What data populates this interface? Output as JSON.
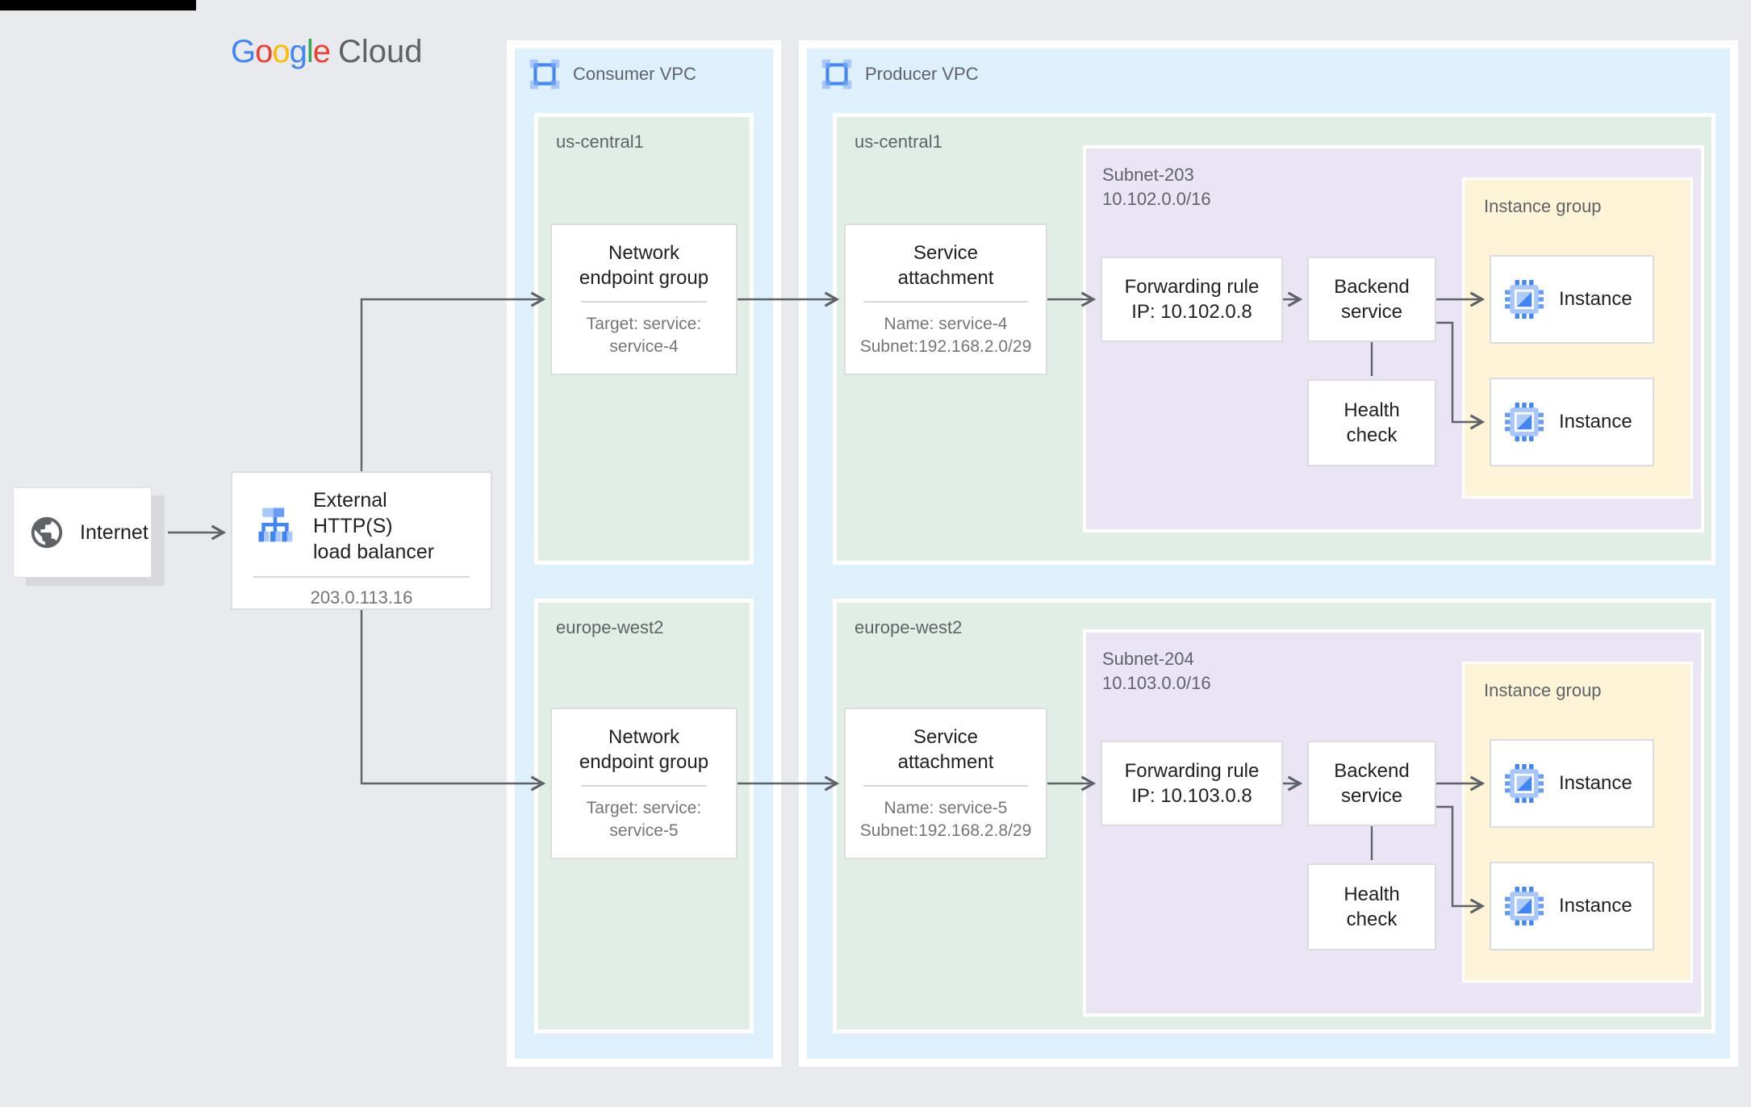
{
  "logo": {
    "letters": [
      "G",
      "o",
      "o",
      "g",
      "l",
      "e"
    ],
    "suffix": "Cloud"
  },
  "internet": {
    "label": "Internet"
  },
  "load_balancer": {
    "line1": "External HTTP(S)",
    "line2": "load balancer",
    "ip": "203.0.113.16"
  },
  "consumer_vpc": {
    "label": "Consumer VPC",
    "regions": [
      {
        "name": "us-central1",
        "neg": {
          "line1": "Network",
          "line2": "endpoint group",
          "sub1": "Target: service:",
          "sub2": "service-4"
        }
      },
      {
        "name": "europe-west2",
        "neg": {
          "line1": "Network",
          "line2": "endpoint group",
          "sub1": "Target: service:",
          "sub2": "service-5"
        }
      }
    ]
  },
  "producer_vpc": {
    "label": "Producer VPC",
    "regions": [
      {
        "name": "us-central1",
        "service_attachment": {
          "line1": "Service",
          "line2": "attachment",
          "sub1": "Name: service-4",
          "sub2": "Subnet:192.168.2.0/29"
        },
        "subnet": {
          "name": "Subnet-203",
          "cidr": "10.102.0.0/16",
          "forwarding_rule": {
            "line1": "Forwarding rule",
            "line2": "IP: 10.102.0.8"
          },
          "backend_service": {
            "line1": "Backend",
            "line2": "service"
          },
          "health_check": {
            "line1": "Health",
            "line2": "check"
          }
        },
        "instance_group": {
          "label": "Instance group",
          "instances": [
            {
              "label": "Instance"
            },
            {
              "label": "Instance"
            }
          ]
        }
      },
      {
        "name": "europe-west2",
        "service_attachment": {
          "line1": "Service",
          "line2": "attachment",
          "sub1": "Name: service-5",
          "sub2": "Subnet:192.168.2.8/29"
        },
        "subnet": {
          "name": "Subnet-204",
          "cidr": "10.103.0.0/16",
          "forwarding_rule": {
            "line1": "Forwarding rule",
            "line2": "IP: 10.103.0.8"
          },
          "backend_service": {
            "line1": "Backend",
            "line2": "service"
          },
          "health_check": {
            "line1": "Health",
            "line2": "check"
          }
        },
        "instance_group": {
          "label": "Instance group",
          "instances": [
            {
              "label": "Instance"
            },
            {
              "label": "Instance"
            }
          ]
        }
      }
    ]
  },
  "colors": {
    "google_blue": "#4285F4",
    "google_red": "#EA4335",
    "google_yellow": "#FBBC05",
    "google_green": "#34A853",
    "icon_light_blue": "#A8C7FA",
    "icon_mid_blue": "#669DF6",
    "vpc_zone": "#DEF0FB",
    "region_zone": "#E0EEE5",
    "subnet_zone": "#EAE4F5",
    "instance_group_zone": "#FDF4D8",
    "box_border": "#DADCE0",
    "text_dark": "#202124",
    "text_gray": "#5F6368",
    "text_subtle": "#757575",
    "arrow": "#5F6368",
    "page_bg": "#E8EAED"
  }
}
